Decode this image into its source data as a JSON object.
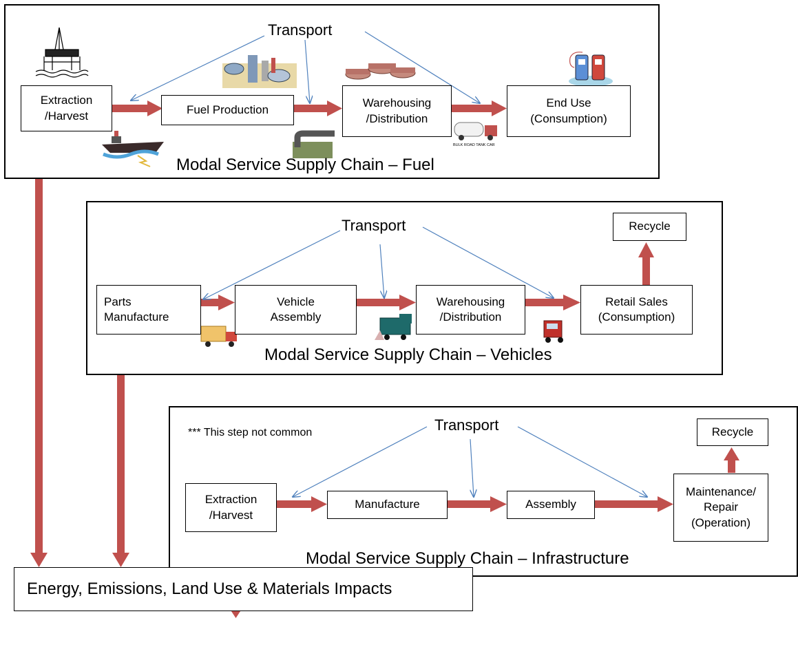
{
  "fuel_chain": {
    "transport": "Transport",
    "steps": [
      "Extraction\n/Harvest",
      "Fuel  Production",
      "Warehousing\n/Distribution",
      "End Use\n(Consumption)"
    ],
    "caption": "Modal Service Supply Chain – Fuel",
    "truck_label": "BULK ROAD TANK CAR",
    "icons": [
      "oil-rig-icon",
      "refinery-icon",
      "storage-tanks-icon",
      "fuel-pump-icon",
      "tanker-ship-icon",
      "pipeline-icon",
      "tank-truck-icon"
    ]
  },
  "vehicle_chain": {
    "transport": "Transport",
    "steps": [
      "Parts\nManufacture",
      "Vehicle\nAssembly",
      "Warehousing\n/Distribution",
      "Retail Sales\n(Consumption)"
    ],
    "recycle": "Recycle",
    "caption": "Modal Service Supply Chain – Vehicles",
    "icons": [
      "box-truck-icon",
      "locomotive-icon",
      "semi-truck-icon"
    ]
  },
  "infra_chain": {
    "note": "*** This step not common",
    "transport": "Transport",
    "steps": [
      "Extraction\n/Harvest",
      "Manufacture",
      "Assembly",
      "Maintenance/\nRepair\n(Operation)"
    ],
    "recycle": "Recycle",
    "caption": "Modal Service Supply Chain – Infrastructure"
  },
  "impacts": "Energy, Emissions, Land Use & Materials Impacts",
  "colors": {
    "flow_arrow": "#c0504d",
    "transport_arrow": "#4f81bd",
    "border": "#000000"
  }
}
